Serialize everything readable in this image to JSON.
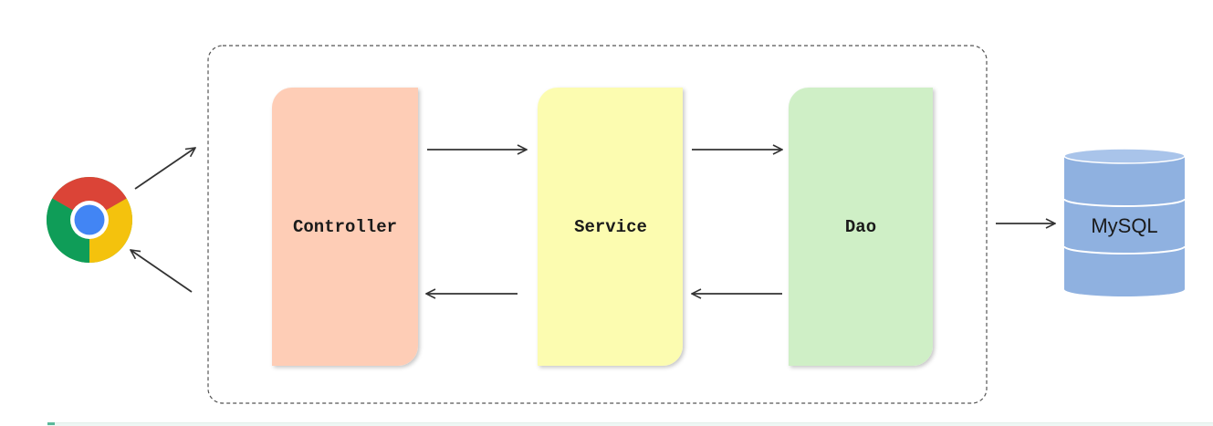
{
  "diagram": {
    "layers": [
      {
        "id": "controller",
        "label": "Controller",
        "color": "#fecdb6"
      },
      {
        "id": "service",
        "label": "Service",
        "color": "#fcfcb0"
      },
      {
        "id": "dao",
        "label": "Dao",
        "color": "#cfefc6"
      }
    ],
    "database": {
      "label": "MySQL",
      "color": "#8fb1e0"
    },
    "client_icon": "chrome-browser-icon",
    "container_border_style": "dashed"
  }
}
